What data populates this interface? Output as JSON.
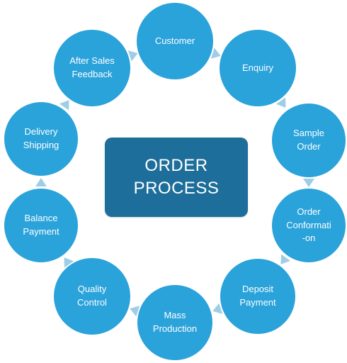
{
  "center": {
    "line1": "ORDER",
    "line2": "PROCESS"
  },
  "steps": [
    {
      "lines": [
        "Customer"
      ]
    },
    {
      "lines": [
        "Enquiry"
      ]
    },
    {
      "lines": [
        "Sample",
        "Order"
      ]
    },
    {
      "lines": [
        "Order",
        "Conformati",
        "-on"
      ]
    },
    {
      "lines": [
        "Deposit",
        "Payment"
      ]
    },
    {
      "lines": [
        "Mass",
        "Production"
      ]
    },
    {
      "lines": [
        "Quality",
        "Control"
      ]
    },
    {
      "lines": [
        "Balance",
        "Payment"
      ]
    },
    {
      "lines": [
        "Delivery",
        "Shipping"
      ]
    },
    {
      "lines": [
        "After Sales",
        "Feedback"
      ]
    }
  ],
  "colors": {
    "node_fill": "#2aa2da",
    "center_fill": "#1d6e9a",
    "arrow": "#9fcde6",
    "text": "#ffffff"
  }
}
